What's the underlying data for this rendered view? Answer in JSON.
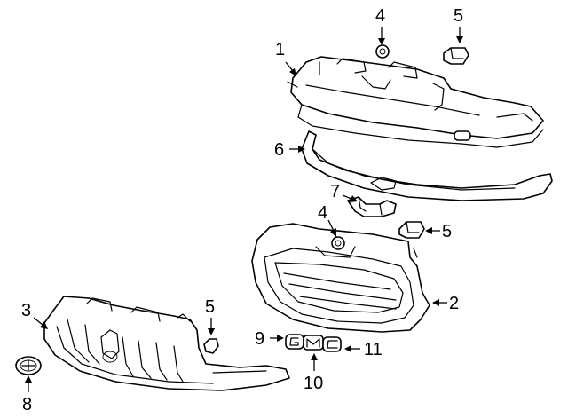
{
  "callouts": [
    {
      "id": "c1",
      "label": "1"
    },
    {
      "id": "c2",
      "label": "2"
    },
    {
      "id": "c3",
      "label": "3"
    },
    {
      "id": "c4a",
      "label": "4"
    },
    {
      "id": "c4b",
      "label": "4"
    },
    {
      "id": "c5a",
      "label": "5"
    },
    {
      "id": "c5b",
      "label": "5"
    },
    {
      "id": "c5c",
      "label": "5"
    },
    {
      "id": "c6",
      "label": "6"
    },
    {
      "id": "c7",
      "label": "7"
    },
    {
      "id": "c8",
      "label": "8"
    },
    {
      "id": "c9",
      "label": "9"
    },
    {
      "id": "c10",
      "label": "10"
    },
    {
      "id": "c11",
      "label": "11"
    }
  ],
  "emblem": {
    "letters": "GMC"
  },
  "colors": {
    "line": "#000000",
    "background": "#ffffff",
    "shade": "#d9d9d9"
  }
}
